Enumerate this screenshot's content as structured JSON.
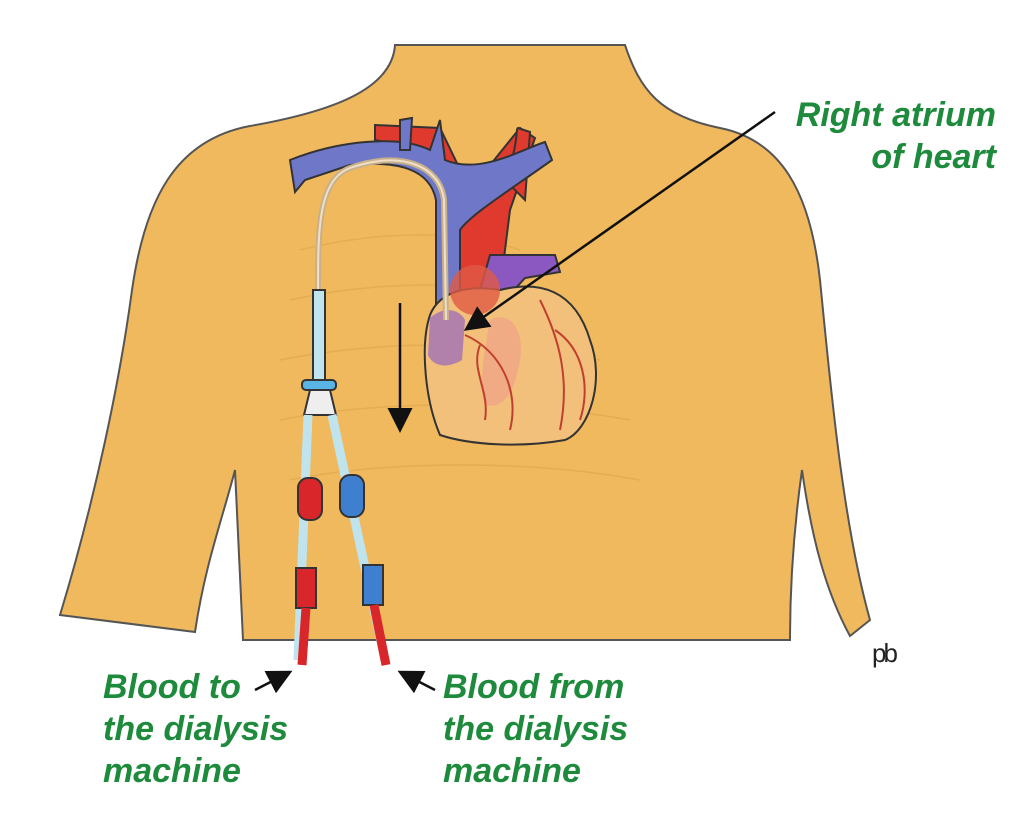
{
  "labels": {
    "right_atrium": [
      "Right atrium",
      "of heart"
    ],
    "blood_to": [
      "Blood to",
      "the dialysis",
      "machine"
    ],
    "blood_from": [
      "Blood from",
      "the dialysis",
      "machine"
    ]
  },
  "signature": "pb",
  "colors": {
    "label_green": "#1d8a3c",
    "skin": "#f0b95e",
    "vein": "#6f78c8",
    "artery": "#e03a2e",
    "tube_red": "#d8262a",
    "tube_blue": "#3f7fd0"
  }
}
